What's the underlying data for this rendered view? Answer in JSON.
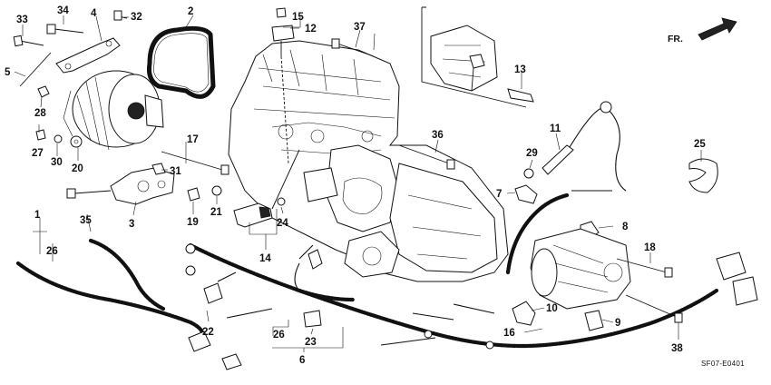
{
  "diagram": {
    "code": "SF07-E0401",
    "direction_marker": "FR.",
    "callouts": {
      "c1": "1",
      "c2": "2",
      "c3": "3",
      "c4": "4",
      "c5": "5",
      "c6": "6",
      "c7": "7",
      "c8": "8",
      "c9": "9",
      "c10": "10",
      "c11": "11",
      "c12": "12",
      "c13": "13",
      "c14": "14",
      "c15": "15",
      "c16": "16",
      "c17": "17",
      "c18": "18",
      "c19": "19",
      "c20": "20",
      "c21": "21",
      "c22": "22",
      "c23": "23",
      "c24": "24",
      "c25": "25",
      "c26a": "26",
      "c26b": "26",
      "c27": "27",
      "c28": "28",
      "c29": "29",
      "c30": "30",
      "c31": "31",
      "c32": "32",
      "c33": "33",
      "c34": "34",
      "c35": "35",
      "c36": "36",
      "c37": "37",
      "c38": "38"
    }
  }
}
